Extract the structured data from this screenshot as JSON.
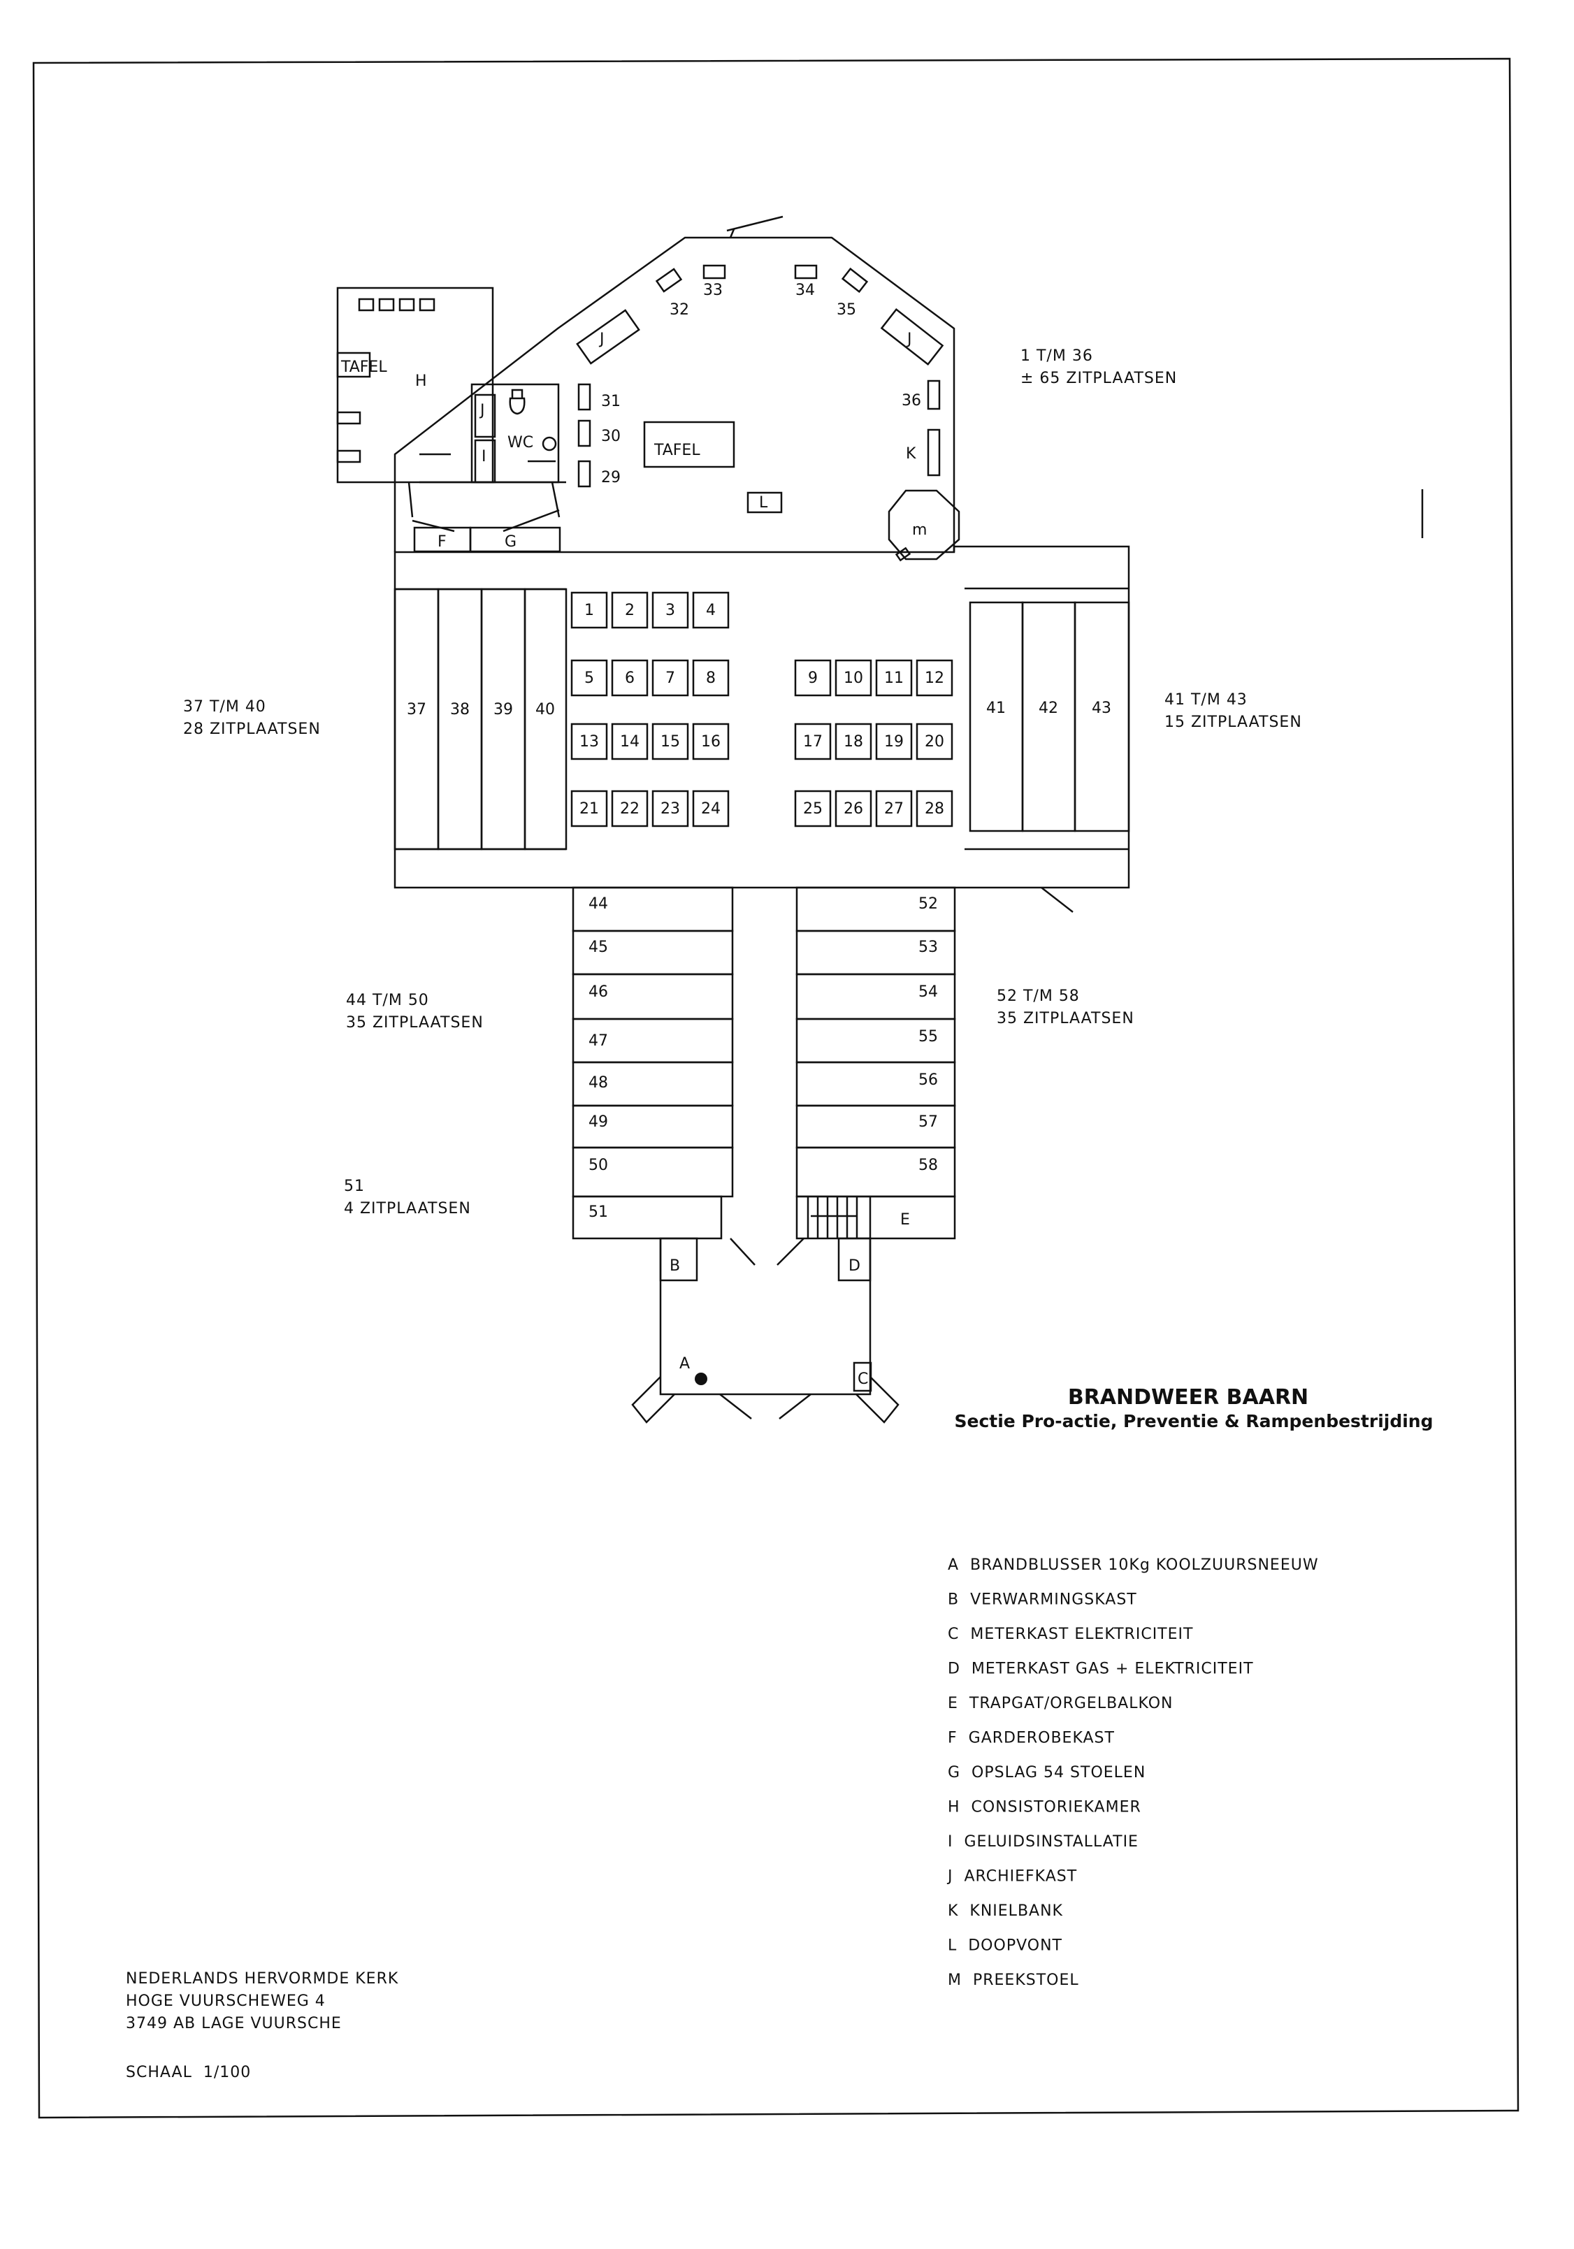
{
  "notes": {
    "n1": [
      "1 T/M 36",
      "± 65 ZITPLAATSEN"
    ],
    "n37": [
      "37 T/M 40",
      "28 ZITPLAATSEN"
    ],
    "n41": [
      "41 T/M 43",
      "15 ZITPLAATSEN"
    ],
    "n44": [
      "44 T/M 50",
      "35 ZITPLAATSEN"
    ],
    "n52": [
      "52 T/M 58",
      "35 ZITPLAATSEN"
    ],
    "n51": [
      "51",
      "4 ZITPLAATSEN"
    ]
  },
  "rooms": {
    "tafel": "TAFEL",
    "h": "H",
    "wc": "WC",
    "j": "J",
    "i": "I",
    "f": "F",
    "g": "G",
    "k": "K",
    "l": "L",
    "m": "m",
    "a": "A",
    "b": "B",
    "c": "C",
    "d": "D",
    "e": "E"
  },
  "seats": {
    "s1_4": [
      "1",
      "2",
      "3",
      "4"
    ],
    "s5_8": [
      "5",
      "6",
      "7",
      "8"
    ],
    "s13_16": [
      "13",
      "14",
      "15",
      "16"
    ],
    "s21_24": [
      "21",
      "22",
      "23",
      "24"
    ],
    "s9_12": [
      "9",
      "10",
      "11",
      "12"
    ],
    "s17_20": [
      "17",
      "18",
      "19",
      "20"
    ],
    "s25_28": [
      "25",
      "26",
      "27",
      "28"
    ],
    "s29_31": [
      "29",
      "30",
      "31"
    ],
    "s32_36": [
      "32",
      "33",
      "34",
      "35",
      "36"
    ],
    "s37_40": [
      "37",
      "38",
      "39",
      "40"
    ],
    "s41_43": [
      "41",
      "42",
      "43"
    ],
    "s44_51": [
      "44",
      "45",
      "46",
      "47",
      "48",
      "49",
      "50",
      "51"
    ],
    "s52_58": [
      "52",
      "53",
      "54",
      "55",
      "56",
      "57",
      "58"
    ]
  },
  "brand": {
    "title": "BRANDWEER BAARN",
    "subtitle": "Sectie Pro-actie, Preventie & Rampenbestrijding"
  },
  "legend": [
    "A  BRANDBLUSSER 10Kg KOOLZUURSNEEUW",
    "B  VERWARMINGSKAST",
    "C  METERKAST ELEKTRICITEIT",
    "D  METERKAST GAS + ELEKTRICITEIT",
    "E  TRAPGAT/ORGELBALKON",
    "F  GARDEROBEKAST",
    "G  OPSLAG 54 STOELEN",
    "H  CONSISTORIEKAMER",
    "I  GELUIDSINSTALLATIE",
    "J  ARCHIEFKAST",
    "K  KNIELBANK",
    "L  DOOPVONT",
    "M  PREEKSTOEL"
  ],
  "address": [
    "NEDERLANDS HERVORMDE KERK",
    "HOGE VUURSCHEWEG 4",
    "3749 AB LAGE VUURSCHE"
  ],
  "scale": "SCHAAL  1/100"
}
